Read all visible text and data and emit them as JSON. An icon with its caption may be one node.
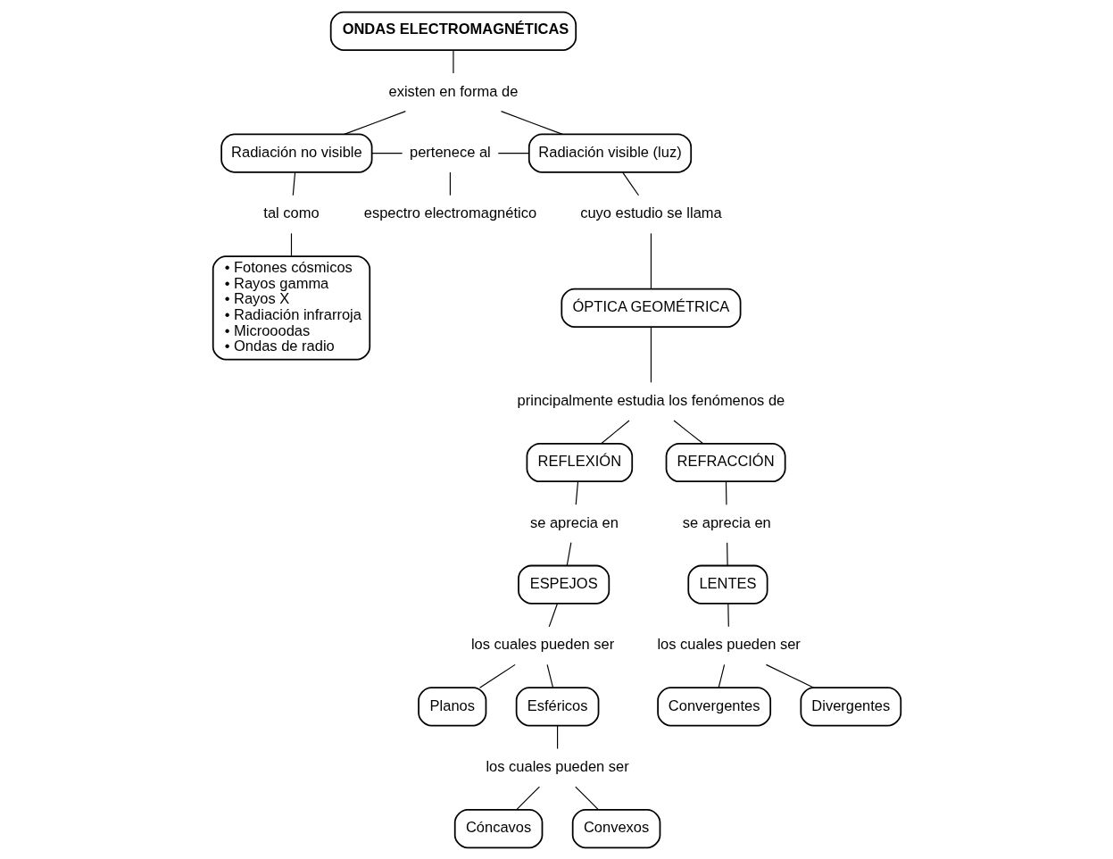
{
  "diagram": {
    "nodes": [
      {
        "text": [
          "ONDAS ELECTROMAGNÉTICAS"
        ]
      },
      {
        "text": [
          "existen en forma de"
        ]
      },
      {
        "text": [
          "Radiación no visible"
        ]
      },
      {
        "text": [
          "Radiación visible (luz)"
        ]
      },
      {
        "text": [
          "pertenece al"
        ]
      },
      {
        "text": [
          "espectro electromagnético"
        ]
      },
      {
        "text": [
          "tal como"
        ]
      },
      {
        "text": [
          "• Fotones cósmicos",
          "• Rayos gamma",
          "• Rayos X",
          "• Radiación infrarroja",
          "• Microoodas",
          "• Ondas de radio"
        ]
      },
      {
        "text": [
          "cuyo estudio se llama"
        ]
      },
      {
        "text": [
          "ÓPTICA GEOMÉTRICA"
        ]
      },
      {
        "text": [
          "principalmente estudia los fenómenos de"
        ]
      },
      {
        "text": [
          "REFLEXIÓN"
        ]
      },
      {
        "text": [
          "REFRACCIÓN"
        ]
      },
      {
        "text": [
          "se aprecia en"
        ]
      },
      {
        "text": [
          "se aprecia en"
        ]
      },
      {
        "text": [
          "ESPEJOS"
        ]
      },
      {
        "text": [
          "LENTES"
        ]
      },
      {
        "text": [
          "los cuales pueden ser"
        ]
      },
      {
        "text": [
          "Planos"
        ]
      },
      {
        "text": [
          "Esféricos"
        ]
      },
      {
        "text": [
          "los cuales pueden ser"
        ]
      },
      {
        "text": [
          "Cóncavos"
        ]
      },
      {
        "text": [
          "Convexos"
        ]
      },
      {
        "text": [
          "los cuales pueden ser"
        ]
      },
      {
        "text": [
          "Convergentes"
        ]
      },
      {
        "text": [
          "Divergentes"
        ]
      }
    ],
    "edges": [
      {
        "from": 0,
        "to": 1,
        "arrow": "none"
      },
      {
        "from": 1,
        "to": 2,
        "arrow": "none"
      },
      {
        "from": 1,
        "to": 3,
        "arrow": "none"
      },
      {
        "from": 2,
        "to": 4,
        "arrow": "none"
      },
      {
        "from": 4,
        "to": 3,
        "arrow": "none"
      },
      {
        "from": 4,
        "to": 5,
        "arrow": "none"
      },
      {
        "from": 2,
        "to": 6,
        "arrow": "none"
      },
      {
        "from": 6,
        "to": 7,
        "arrow": "none"
      },
      {
        "from": 3,
        "to": 8,
        "arrow": "none"
      },
      {
        "from": 8,
        "to": 9,
        "arrow": "none"
      },
      {
        "from": 9,
        "to": 10,
        "arrow": "none"
      },
      {
        "from": 10,
        "to": 11,
        "arrow": "none"
      },
      {
        "from": 10,
        "to": 12,
        "arrow": "none"
      },
      {
        "from": 11,
        "to": 13,
        "arrow": "none"
      },
      {
        "from": 13,
        "to": 15,
        "arrow": "none"
      },
      {
        "from": 12,
        "to": 14,
        "arrow": "none"
      },
      {
        "from": 14,
        "to": 16,
        "arrow": "none"
      },
      {
        "from": 15,
        "to": 17,
        "arrow": "none"
      },
      {
        "from": 17,
        "to": 18,
        "arrow": "none"
      },
      {
        "from": 17,
        "to": 19,
        "arrow": "none"
      },
      {
        "from": 19,
        "to": 20,
        "arrow": "none"
      },
      {
        "from": 20,
        "to": 21,
        "arrow": "none"
      },
      {
        "from": 20,
        "to": 22,
        "arrow": "none"
      },
      {
        "from": 16,
        "to": 23,
        "arrow": "none"
      },
      {
        "from": 23,
        "to": 24,
        "arrow": "none"
      },
      {
        "from": 23,
        "to": 25,
        "arrow": "none"
      }
    ]
  }
}
